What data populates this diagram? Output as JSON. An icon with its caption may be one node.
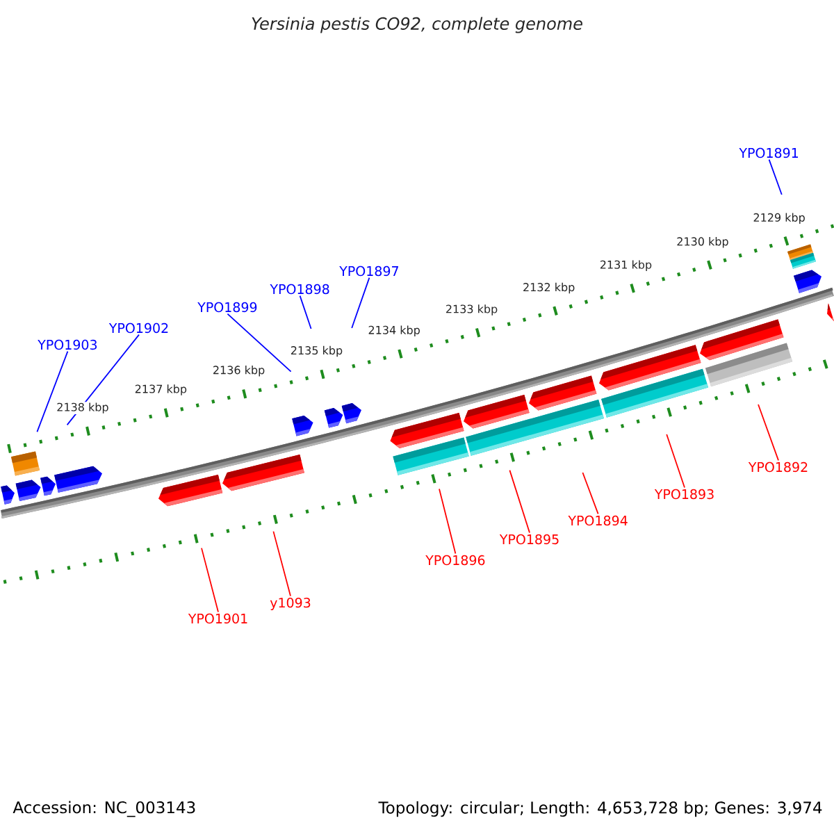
{
  "diagram": {
    "title": "Yersinia pestis CO92, complete genome",
    "nodes": [
      {
        "text": [
          "YPO1891"
        ]
      },
      {
        "text": [
          "YPO1897"
        ]
      },
      {
        "text": [
          "YPO1898"
        ]
      },
      {
        "text": [
          "YPO1899"
        ]
      },
      {
        "text": [
          "YPO1902"
        ]
      },
      {
        "text": [
          "YPO1903"
        ]
      },
      {
        "text": [
          "YPO1892"
        ]
      },
      {
        "text": [
          "YPO1893"
        ]
      },
      {
        "text": [
          "YPO1894"
        ]
      },
      {
        "text": [
          "YPO1895"
        ]
      },
      {
        "text": [
          "YPO1896"
        ]
      },
      {
        "text": [
          "y1093"
        ]
      },
      {
        "text": [
          "YPO1901"
        ]
      }
    ],
    "edges": [
      {
        "from": 0,
        "to": null,
        "arrow": "none",
        "color": "#0000ff"
      },
      {
        "from": 1,
        "to": null,
        "arrow": "none",
        "color": "#0000ff"
      },
      {
        "from": 2,
        "to": null,
        "arrow": "none",
        "color": "#0000ff"
      },
      {
        "from": 3,
        "to": null,
        "arrow": "none",
        "color": "#0000ff"
      },
      {
        "from": 4,
        "to": null,
        "arrow": "none",
        "color": "#0000ff"
      },
      {
        "from": 5,
        "to": null,
        "arrow": "none",
        "color": "#0000ff"
      },
      {
        "from": 6,
        "to": null,
        "arrow": "none"
      },
      {
        "from": 7,
        "to": null,
        "arrow": "none"
      },
      {
        "from": 8,
        "to": null,
        "arrow": "none"
      },
      {
        "from": 9,
        "to": null,
        "arrow": "none"
      },
      {
        "from": 10,
        "to": null,
        "arrow": "none"
      },
      {
        "from": 11,
        "to": null,
        "arrow": "none"
      },
      {
        "from": 12,
        "to": null,
        "arrow": "none"
      }
    ],
    "labels": [
      "2129 kbp",
      "2130 kbp",
      "2131 kbp",
      "2132 kbp",
      "2133 kbp",
      "2134 kbp",
      "2135 kbp",
      "2136 kbp",
      "2137 kbp",
      "2138 kbp",
      "Accession: NC_003143",
      "Topology: circular; Length: 4,653,728 bp; Genes: 3,974"
    ]
  }
}
